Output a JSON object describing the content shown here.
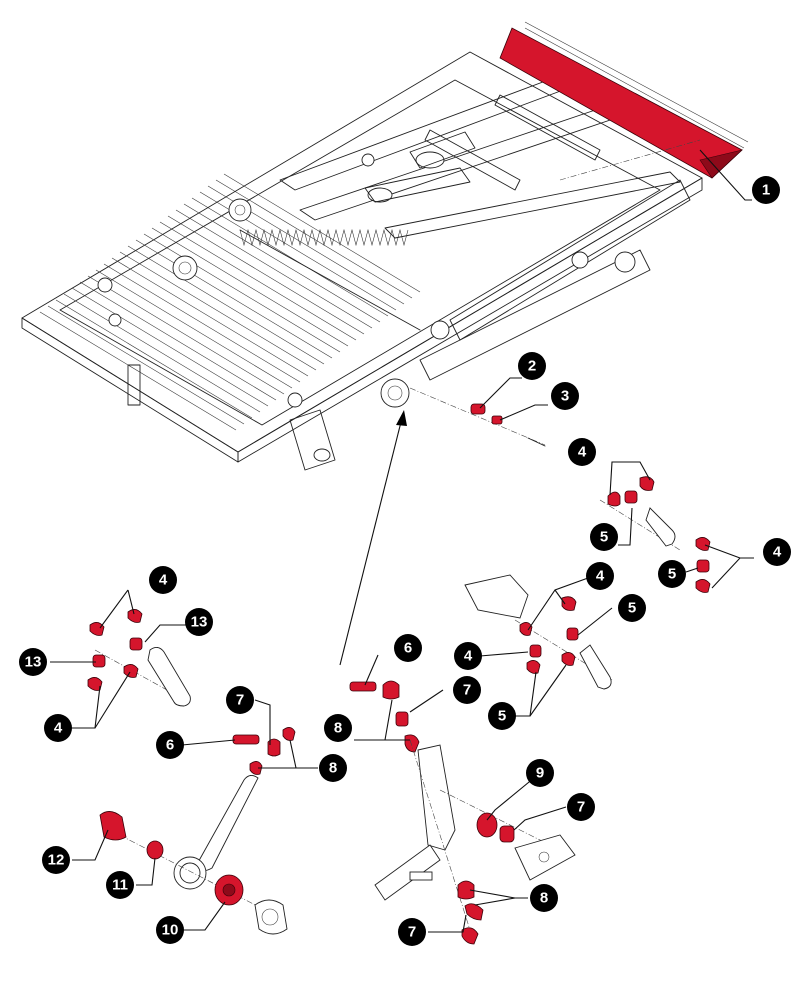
{
  "diagram": {
    "colors": {
      "highlight": "#d5152c",
      "callout": "#000000",
      "line": "#222222"
    },
    "callouts": [
      "1",
      "2",
      "3",
      "4",
      "5",
      "4",
      "5",
      "4",
      "5",
      "4",
      "5",
      "4",
      "13",
      "13",
      "4",
      "6",
      "7",
      "8",
      "6",
      "7",
      "8",
      "9",
      "7",
      "12",
      "11",
      "10",
      "7",
      "8"
    ]
  }
}
